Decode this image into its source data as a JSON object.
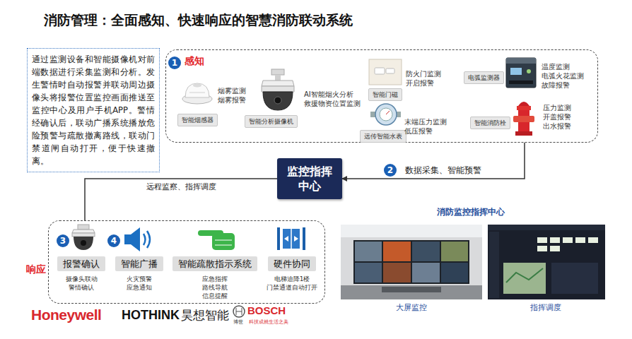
{
  "diagram": {
    "title": "消防管理：全面感知、快速响应的智慧消防联动系统",
    "nodes": [
      {
        "text": [
          "通过监测设备和智能摄像机对前端数据进行采集监测和分析。发生警情时自动报警并联动周边摄像头将报警位置监控画面推送至监控中心及用户手机APP。警情经确认后，联动广播系统播放危险预警与疏散撤离路线，联动门禁道闸自动打开，便于快速撤离。"
        ]
      },
      {
        "text": [
          "感知"
        ]
      },
      {
        "text": [
          "智能烟感器",
          "烟雾监测 烟雾报警"
        ],
        "in": 1
      },
      {
        "text": [
          "智能分析摄像机",
          "AI智能烟火分析 救援物资位置监测"
        ],
        "in": 1
      },
      {
        "text": [
          "智能门磁",
          "防火门监测 开启报警"
        ],
        "in": 1
      },
      {
        "text": [
          "远传智能水表",
          "末端压力监测 低压报警"
        ],
        "in": 1
      },
      {
        "text": [
          "电弧监测器",
          "温度监测 电弧火花监测 故障报警"
        ],
        "in": 1
      },
      {
        "text": [
          "智能消防栓",
          "压力监测 开盖报警 出水报警"
        ],
        "in": 1
      },
      {
        "text": [
          "监控指挥中心"
        ]
      },
      {
        "text": [
          "响应"
        ]
      },
      {
        "text": [
          "报警确认",
          "摄像头联动 警情确认"
        ],
        "in": 9
      },
      {
        "text": [
          "智能广播",
          "火灾预警 应急通知"
        ],
        "in": 9
      },
      {
        "text": [
          "智能疏散指示系统",
          "应急指挥 路线导航 信息提醒"
        ],
        "in": 9
      },
      {
        "text": [
          "硬件协同",
          "电梯迫降1楼 门禁通道自动打开"
        ],
        "in": 9
      }
    ],
    "edges": [
      {
        "from": 1,
        "to": 8,
        "label": "数据采集、智能预警",
        "arrow": "to"
      },
      {
        "from": 8,
        "to": 9,
        "label": "远程监察、指挥调度",
        "arrow": "none"
      }
    ],
    "labels": [
      "1",
      "2",
      "3",
      "4",
      "消防监控指挥中心",
      "大屏监控",
      "指挥调度",
      "Honeywell",
      "HOTHINK",
      "昊想智能",
      "BOSCH",
      "博世",
      "科技成就生活之美"
    ]
  }
}
